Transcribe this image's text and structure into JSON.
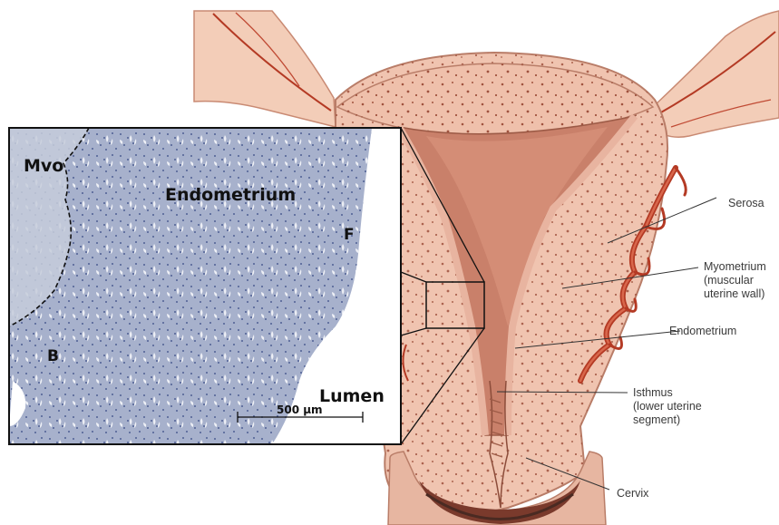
{
  "histology": {
    "labels": {
      "mvo": "Mvo",
      "endometrium": "Endometrium",
      "f": "F",
      "b": "B",
      "lumen": "Lumen"
    },
    "scale_bar": "500 µm"
  },
  "anatomy": {
    "labels": {
      "serosa": "Serosa",
      "myometrium_1": "Myometrium",
      "myometrium_2": "(muscular",
      "myometrium_3": "uterine wall)",
      "endometrium": "Endometrium",
      "isthmus_1": "Isthmus",
      "isthmus_2": "(lower uterine",
      "isthmus_3": "segment)",
      "cervix": "Cervix"
    }
  },
  "colors": {
    "tissue": "#f0c4b0",
    "tissue_dark": "#d98e78",
    "cavity": "#c9806a",
    "vessel": "#b43a24",
    "histo_bg": "#a9b3cd",
    "histo_gland": "#eef0f6"
  }
}
